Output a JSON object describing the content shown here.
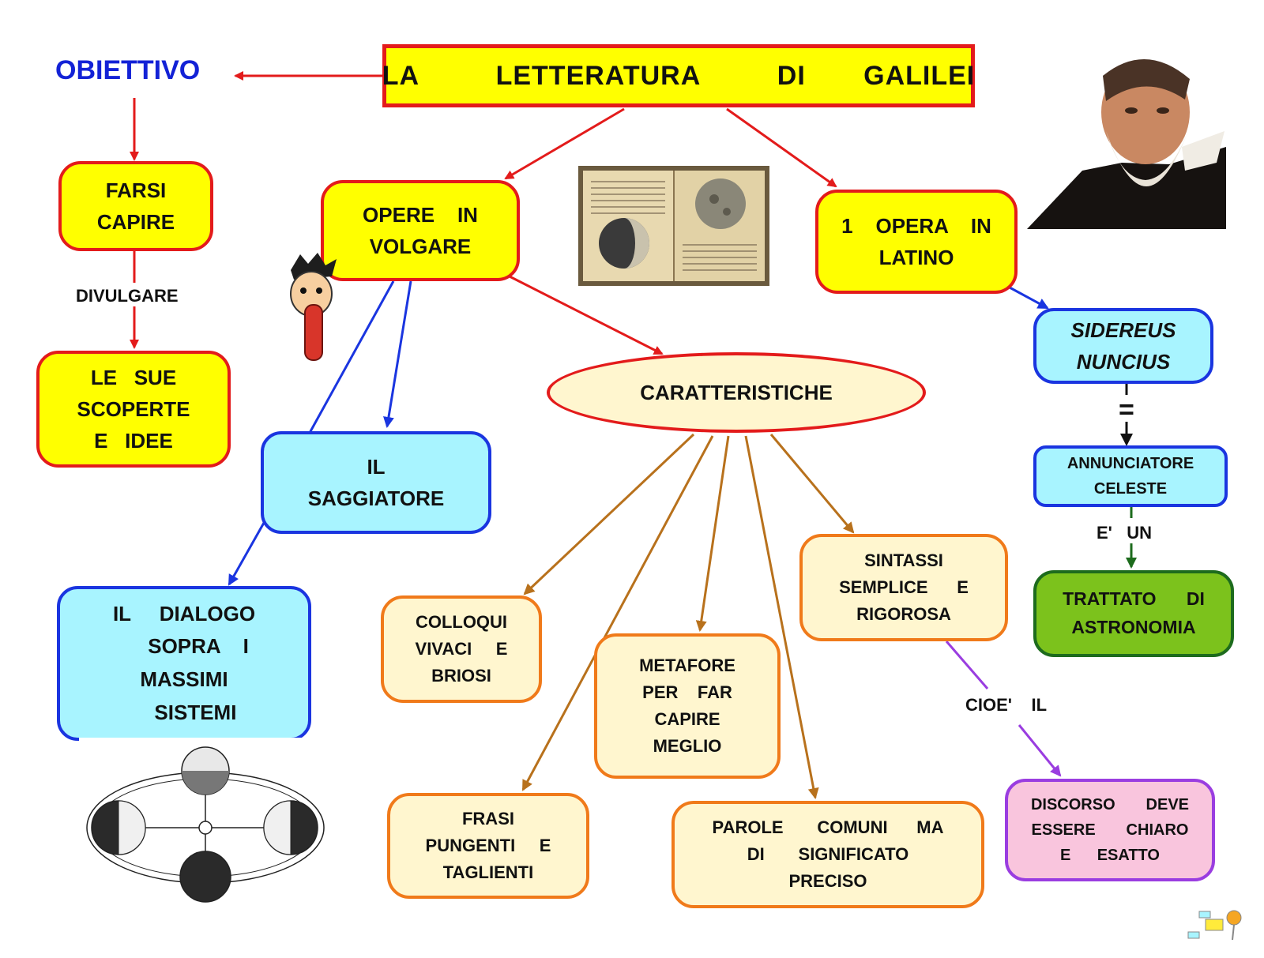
{
  "colors": {
    "red": "#e31b1b",
    "blue": "#1a35e0",
    "brown": "#b8711c",
    "purple": "#9a3de0",
    "green": "#1d6b1d",
    "black": "#111111",
    "yellow": "#ffff00",
    "cyan": "#a8f4ff",
    "cream": "#fff6cf",
    "pink": "#f9c5dd",
    "olive": "#7cc21c"
  },
  "title": "LA    LETTERATURA    DI   GALILEI",
  "objective": "OBIETTIVO",
  "nodes": {
    "farsi_capire": "FARSI\nCAPIRE",
    "scoperte": "LE   SUE\nSCOPERTE\nE   IDEE",
    "opere_volgare": "OPERE    IN\nVOLGARE",
    "opera_latino": "1    OPERA    IN\nLATINO",
    "sidereus": "SIDEREUS\nNUNCIUS",
    "annunciatore": "ANNUNCIATORE\nCELESTE",
    "trattato": "TRATTATO      DI\nASTRONOMIA",
    "saggiatore": "IL\nSAGGIATORE",
    "dialogo": "IL     DIALOGO\n     SOPRA    I\nMASSIMI\n    SISTEMI",
    "caratteristiche": "CARATTERISTICHE",
    "colloqui": "COLLOQUI\nVIVACI     E\nBRIOSI",
    "frasi": "FRASI\nPUNGENTI     E\nTAGLIENTI",
    "metafore": "METAFORE\nPER    FAR\nCAPIRE\nMEGLIO",
    "parole": "PAROLE       COMUNI      MA\nDI       SIGNIFICATO\nPRECISO",
    "sintassi": "SINTASSI\nSEMPLICE      E\nRIGOROSA",
    "discorso": "DISCORSO       DEVE\nESSERE       CHIARO\nE      ESATTO"
  },
  "link_labels": {
    "divulgare": "DIVULGARE",
    "uguale": "=",
    "e_un": "E'   UN",
    "cioe_il": "CIOE'    IL"
  }
}
